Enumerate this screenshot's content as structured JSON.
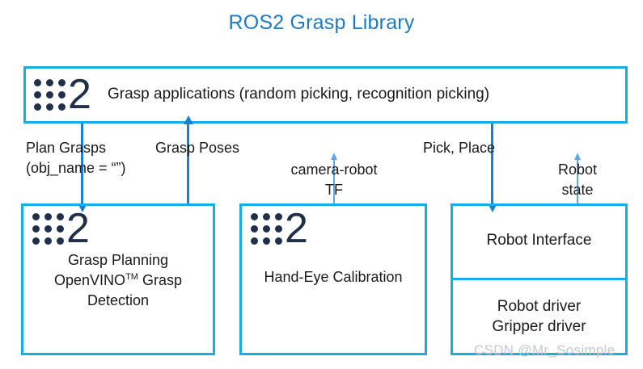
{
  "title": "ROS2 Grasp Library",
  "colors": {
    "title_blue": "#1f7ac4",
    "box_border": "#14ade5",
    "arrow_thick": "#1b7fd4",
    "arrow_thin": "#5aa9e6",
    "logo_navy": "#20304b",
    "text": "#1a1a1a",
    "watermark": "#c3c9cf"
  },
  "boxes": {
    "top": {
      "logo": "ros2-logo",
      "label": "Grasp applications (random picking, recognition picking)"
    },
    "left": {
      "logo": "ros2-logo",
      "line1": "Grasp Planning",
      "line2_pre": "OpenVINO",
      "line2_tm": "TM",
      "line2_post": " Grasp",
      "line3": "Detection"
    },
    "middle": {
      "logo": "ros2-logo",
      "label": "Hand-Eye Calibration"
    },
    "right": {
      "top_label": "Robot Interface",
      "bottom_line1": "Robot driver",
      "bottom_line2": "Gripper driver"
    }
  },
  "arrows": [
    {
      "id": "plan-grasps",
      "direction": "down",
      "weight": "thick",
      "label_line1": "Plan Grasps",
      "label_line2": "(obj_name = “”)"
    },
    {
      "id": "grasp-poses",
      "direction": "up",
      "weight": "thick",
      "label_line1": "Grasp Poses"
    },
    {
      "id": "camera-robot-tf",
      "direction": "up",
      "weight": "thin",
      "label_line1": "camera-robot",
      "label_line2": "TF"
    },
    {
      "id": "pick-place",
      "direction": "down",
      "weight": "thick",
      "label_line1": "Pick, Place"
    },
    {
      "id": "robot-state",
      "direction": "up",
      "weight": "thin",
      "label_line1": "Robot",
      "label_line2": "state"
    }
  ],
  "labels": {
    "plan_grasps_l1": "Plan Grasps",
    "plan_grasps_l2": "(obj_name = “”)",
    "grasp_poses": "Grasp Poses",
    "camera_tf_l1": "camera-robot",
    "camera_tf_l2": "TF",
    "pick_place": "Pick, Place",
    "robot_state_l1": "Robot",
    "robot_state_l2": "state"
  },
  "watermark": "CSDN @Mr_Sosimple"
}
